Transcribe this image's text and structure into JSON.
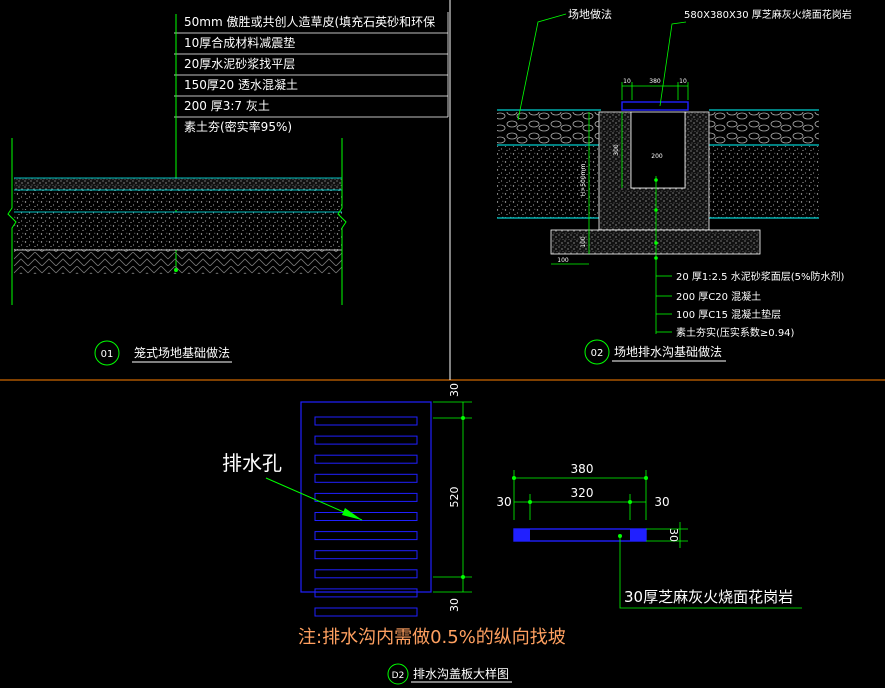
{
  "colors": {
    "background": "#000000",
    "layer_line": "#ffffff",
    "leader": "#00ff00",
    "border": "#ffffff",
    "divider": "#ff8000",
    "blue": "#2020ff",
    "cyan": "#00ffff",
    "dim": "#00ff00",
    "note": "#ffa060"
  },
  "detail1": {
    "layers": [
      "50mm  傲胜或共创人造草皮(填充石英砂和环保",
      "10厚合成材料减震垫",
      "20厚水泥砂浆找平层",
      "150厚20 透水混凝土",
      "200 厚3:7 灰土",
      "素土夯(密实率95%)"
    ],
    "label_num": "01",
    "label_title": "笼式场地基础做法"
  },
  "detail2": {
    "callout_site": "场地做法",
    "callout_cover": "580X380X30  厚芝麻灰火烧面花岗岩",
    "dims_top": [
      "10",
      "380",
      "10"
    ],
    "dim_inner_width": "200",
    "dim_inner_depth": "300",
    "dim_depth": "H>500mm",
    "dim_base_thick": "100",
    "dim_base_width": "100",
    "layers": [
      "20 厚1:2.5 水泥砂浆面层(5%防水剂)",
      "200 厚C20 混凝土",
      "100 厚C15 混凝土垫层",
      "素土夯实(压实系数≥0.94)"
    ],
    "label_num": "02",
    "label_title": "场地排水沟基础做法"
  },
  "grate": {
    "hole_label": "排水孔",
    "slot_count": 11,
    "dim_side": [
      "30",
      "520",
      "30"
    ],
    "section_dim_total": "380",
    "section_dim_inner": "320",
    "section_dim_edges": [
      "30",
      "30"
    ],
    "section_dim_thick": "30",
    "section_callout": "30厚芝麻灰火烧面花岗岩",
    "note": "注:排水沟内需做0.5%的纵向找坡",
    "label_num": "D2",
    "label_title": "排水沟盖板大样图"
  }
}
